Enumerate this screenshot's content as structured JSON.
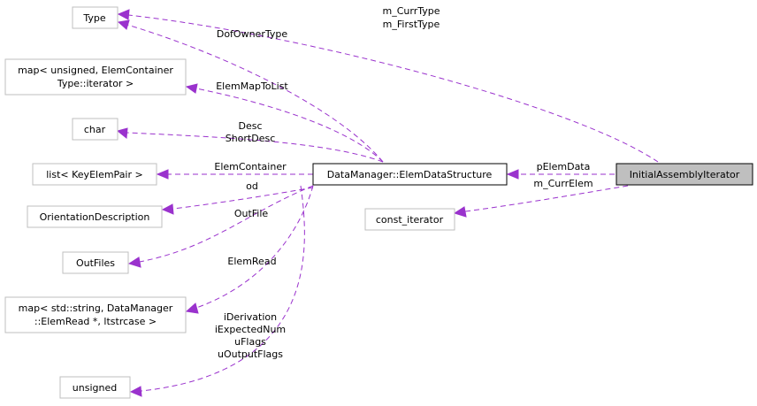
{
  "nodes": {
    "type": "Type",
    "map_elem_1": "map< unsigned, ElemContainer",
    "map_elem_2": "Type::iterator >",
    "char": "char",
    "list_key": "list< KeyElemPair >",
    "orientation": "OrientationDescription",
    "outfiles": "OutFiles",
    "map_string_1": "map< std::string, DataManager",
    "map_string_2": "::ElemRead *, ltstrcase >",
    "unsigned": "unsigned",
    "data_struct": "DataManager::ElemDataStructure",
    "const_iter": "const_iterator",
    "initial_iter": "InitialAssemblyIterator"
  },
  "edges": {
    "curr_type_1": "m_CurrType",
    "curr_type_2": "m_FirstType",
    "dof_owner": "DofOwnerType",
    "elem_map": "ElemMapToList",
    "desc_1": "Desc",
    "desc_2": "ShortDesc",
    "elem_container": "ElemContainer",
    "od": "od",
    "out_file": "OutFile",
    "elem_read": "ElemRead",
    "ider_1": "iDerivation",
    "ider_2": "iExpectedNum",
    "ider_3": "uFlags",
    "ider_4": "uOutputFlags",
    "p_elem_data": "pElemData",
    "m_curr_elem": "m_CurrElem"
  },
  "colors": {
    "edge": "#9a32cd",
    "node_border": "#bfbfbf",
    "focus_fill": "#bfbfbf"
  }
}
